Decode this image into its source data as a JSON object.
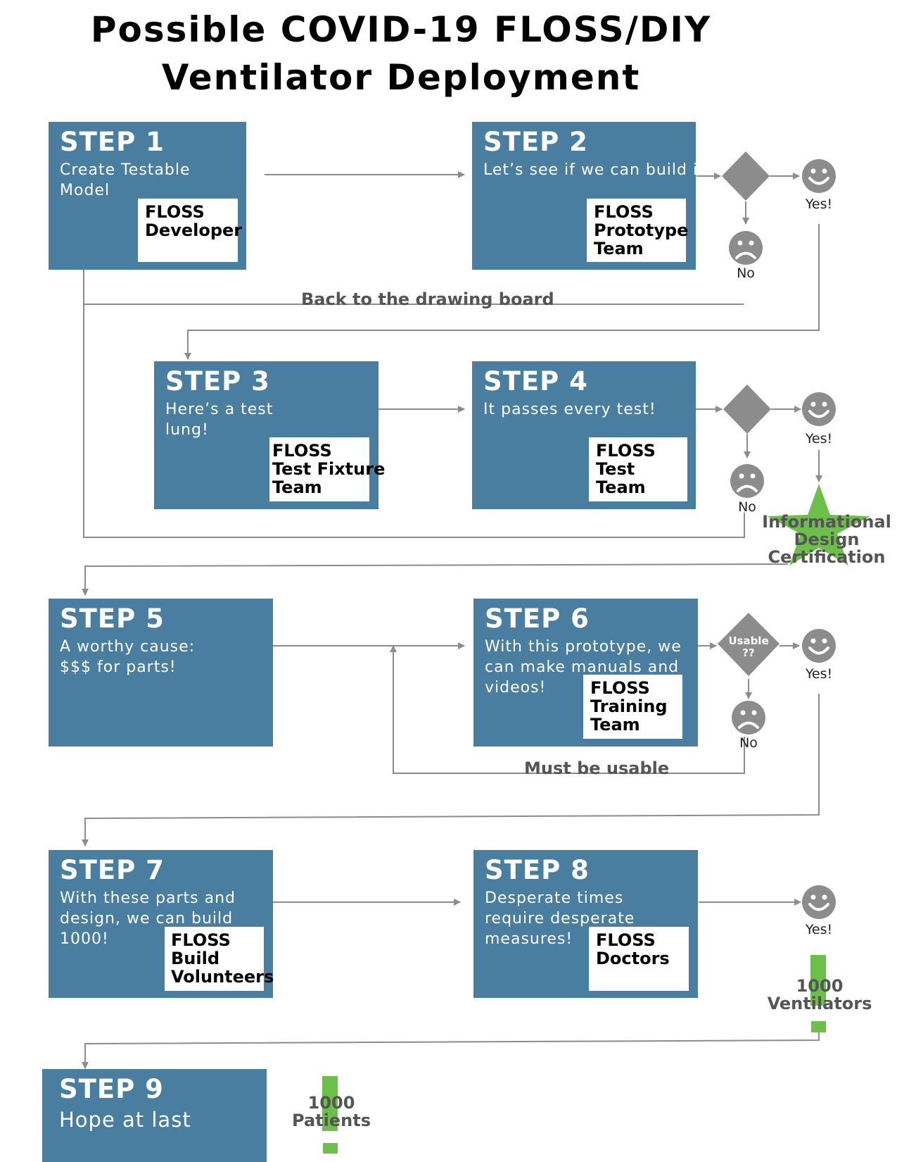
{
  "title": {
    "line1": "Possible COVID-19 FLOSS/DIY",
    "line2": "Ventilator Deployment"
  },
  "steps": [
    {
      "name": "STEP 1",
      "desc": [
        "Create Testable Model"
      ],
      "team": [
        "FLOSS",
        "Developer"
      ]
    },
    {
      "name": "STEP 2",
      "desc": [
        "Let’s see if we can build it!"
      ],
      "team": [
        "FLOSS",
        "Prototype",
        "Team"
      ]
    },
    {
      "name": "STEP 3",
      "desc": [
        "Here’s a test",
        "lung!"
      ],
      "team": [
        "FLOSS",
        "Test Fixture",
        "Team"
      ]
    },
    {
      "name": "STEP 4",
      "desc": [
        "It passes every test!"
      ],
      "team": [
        "FLOSS",
        "Test",
        "Team"
      ]
    },
    {
      "name": "STEP 5",
      "desc": [
        "A worthy cause:",
        "$$$ for parts!"
      ]
    },
    {
      "name": "STEP 6",
      "desc": [
        "With this prototype, we",
        "can make manuals and",
        "videos!"
      ],
      "team": [
        "FLOSS",
        "Training",
        "Team"
      ]
    },
    {
      "name": "STEP 7",
      "desc": [
        "With these parts and",
        "design, we can build",
        "1000!"
      ],
      "team": [
        "FLOSS",
        "Build",
        "Volunteers"
      ]
    },
    {
      "name": "STEP 8",
      "desc": [
        "Desperate times",
        "require desperate",
        "measures!"
      ],
      "team": [
        "FLOSS",
        "Doctors"
      ]
    },
    {
      "name": "STEP 9",
      "desc": [
        "Hope at last"
      ]
    }
  ],
  "labels": {
    "yes": "Yes!",
    "no": "No",
    "back_to_drawing_board": "Back to the drawing board",
    "must_be_usable": "Must be usable",
    "usable_line1": "Usable",
    "usable_line2": "??",
    "certification": [
      "Informational",
      "Design",
      "Certification"
    ],
    "ventilators": [
      "1000",
      "Ventilators"
    ],
    "patients": [
      "1000",
      "Patients"
    ]
  },
  "colors": {
    "step_box": "#4a7ea1",
    "flow_line": "#8c8c8c",
    "decision": "#8c8c8c",
    "accent_green": "#6cc04a"
  }
}
